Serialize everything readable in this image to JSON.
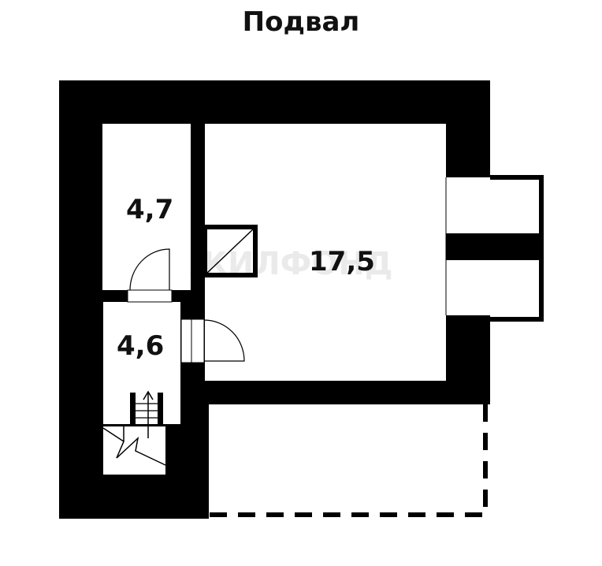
{
  "title": "Подвал",
  "rooms": [
    {
      "name": "storage",
      "area": "4,7"
    },
    {
      "name": "hall",
      "area": "4,6"
    },
    {
      "name": "main-room",
      "area": "17,5"
    }
  ],
  "watermark": "ЖИЛФОНД",
  "colors": {
    "wall": "#000000",
    "floor": "#ffffff"
  }
}
